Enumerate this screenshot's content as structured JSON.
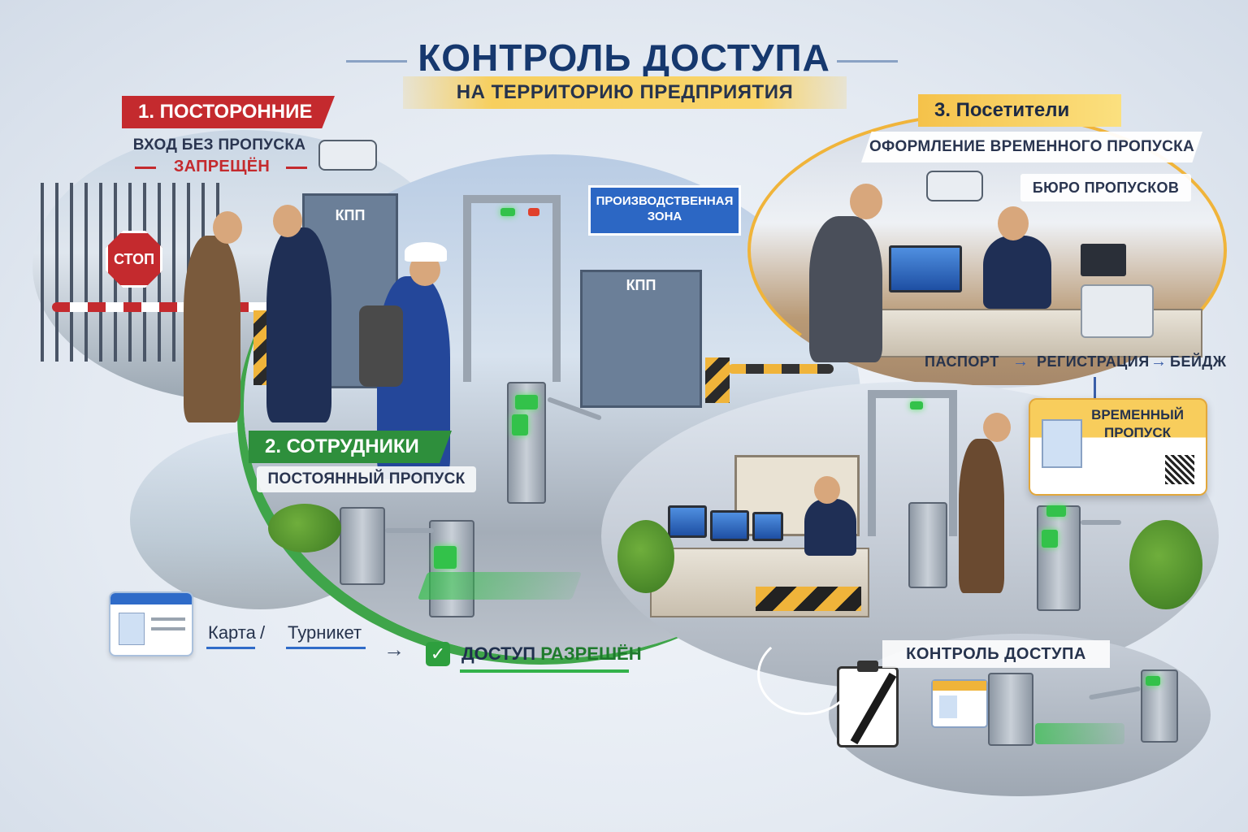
{
  "header": {
    "title": "КОНТРОЛЬ ДОСТУПА",
    "subtitle": "НА ТЕРРИТОРИЮ ПРЕДПРИЯТИЯ"
  },
  "section_outsiders": {
    "banner": "1. ПОСТОРОННИЕ",
    "line1": "ВХОД БЕЗ ПРОПУСКА",
    "line2": "ЗАПРЕЩЁН",
    "stop_sign": "СТОП",
    "kpp_sign": "КПП"
  },
  "section_employees": {
    "banner": "2. СОТРУДНИКИ",
    "subtitle": "ПОСТОЯННЫЙ ПРОПУСК",
    "zone_sign": "ПРОИЗВОДСТВЕННАЯ ЗОНА",
    "kpp_sign": "КПП"
  },
  "section_visitors": {
    "banner": "3. Посетители",
    "subtitle": "ОФОРМЛЕНИЕ ВРЕМЕННОГО ПРОПУСКА",
    "bureau": "БЮРО ПРОПУСКОВ",
    "flow": [
      "ПАСПОРТ",
      "РЕГИСТРАЦИЯ",
      "БЕЙДЖ"
    ],
    "flow_arrow": "→",
    "temp_pass": "ВРЕМЕННЫЙ ПРОПУСК"
  },
  "legend": {
    "card_label": "Карта",
    "separator": "/",
    "turnstile_label": "Турникет",
    "arrow": "→",
    "check": "✓",
    "access_prefix": "ДОСТУП",
    "access_word": "РАЗРЕШЁН"
  },
  "control": {
    "title": "КОНТРОЛЬ ДОСТУПА"
  },
  "colors": {
    "red": "#c42a2e",
    "green": "#2e8f3c",
    "orange": "#f0b43a",
    "navy": "#16386e"
  }
}
